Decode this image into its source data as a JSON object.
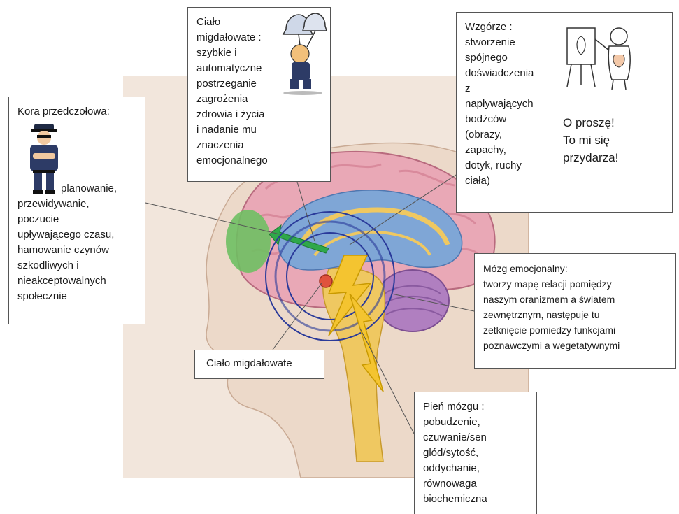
{
  "labels": {
    "kora_title": "Kora przedczołowa:",
    "kora_first": "planowanie,",
    "kora_rest": "przewidywanie,\npoczucie\nupływającego  czasu,\nhamowanie czynów\nszkodliwych  i\nnieakceptowalnych\nspołecznie",
    "cialo_top": "Ciało\nmigdałowate :\nszybkie  i\nautomatyczne\npostrzeganie\nzagrożenia\nzdrowia i życia\ni nadanie mu\nznaczenia\nemocjonalnego",
    "wzgorze": "Wzgórze :\nstworzenie\nspójnego\ndoświadczenia\nz\nnapływających\nbodźców\n(obrazy,\nzapachy,\ndotyk, ruchy\nciała)",
    "wzgorze_exclaim": "O proszę!\nTo mi się\nprzydarza!",
    "mozg": "Mózg emocjonalny:\ntworzy mapę relacji pomiędzy\nnaszym oranizmem a światem\nzewnętrznym, następuje tu\nzetknięcie pomiedzy funkcjami\npoznawczymi a wegetatywnymi",
    "cialo_small": "Ciało migdałowate",
    "pien": "Pień mózgu :\npobudzenie,\nczuwanie/sen\nglód/sytość,\noddychanie,\nrównowaga\nbiochemiczna"
  },
  "colors": {
    "brain_pink": "#e9a8b6",
    "brain_fold": "#d98a9c",
    "limbic_blue": "#7fa6d6",
    "brainstem_yellow": "#efc861",
    "cerebellum_purple": "#b07fc0",
    "prefrontal_green": "#6fbf63",
    "arrow_green": "#2fa84a",
    "amygdala_red": "#e0523c",
    "lightning": "#f4c430",
    "ring": "#2a3a9a",
    "skin": "#ecd9c9"
  },
  "icons": [
    "police-officer-icon",
    "alarm-bell-ringer-icon",
    "painter-self-portrait-icon",
    "lightning-bolt-icon"
  ]
}
